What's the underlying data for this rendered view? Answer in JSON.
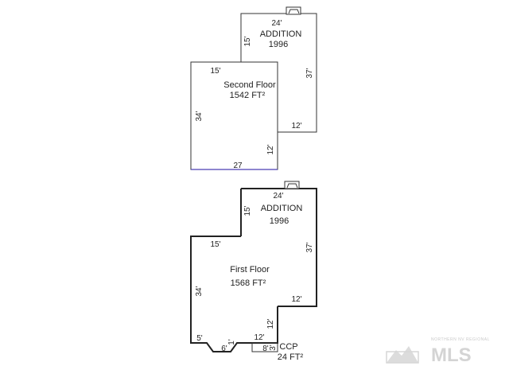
{
  "second_floor": {
    "addition_top_dim": "24'",
    "addition_name": "ADDITION",
    "addition_year": "1996",
    "addition_left_dim": "15'",
    "addition_right_dim": "37'",
    "addition_bottom_dim": "12'",
    "main_top_dim": "15'",
    "main_name": "Second Floor",
    "main_area": "1542 FT²",
    "main_left_dim": "34'",
    "main_inner_right_dim": "12'",
    "main_bottom_dim": "27"
  },
  "first_floor": {
    "addition_top_dim": "24'",
    "addition_name": "ADDITION",
    "addition_year": "1996",
    "addition_left_dim": "15'",
    "addition_right_dim": "37'",
    "addition_bottom_dim": "12'",
    "main_top_dim": "15'",
    "main_name": "First Floor",
    "main_area": "1568 FT²",
    "main_left_dim": "34'",
    "main_inner_right_dim": "12'",
    "main_inner_bottom_dim": "12'",
    "bay_left_dim": "5'",
    "bay_small_dim": "1'",
    "bay_bottom_dim": "6'",
    "ccp_width_dim": "8'",
    "ccp_height_dim": "3'",
    "ccp_name": "CCP",
    "ccp_area": "24 FT²"
  },
  "watermark": {
    "small_text": "NORTHERN NV REGIONAL",
    "big_text": "MLS"
  }
}
